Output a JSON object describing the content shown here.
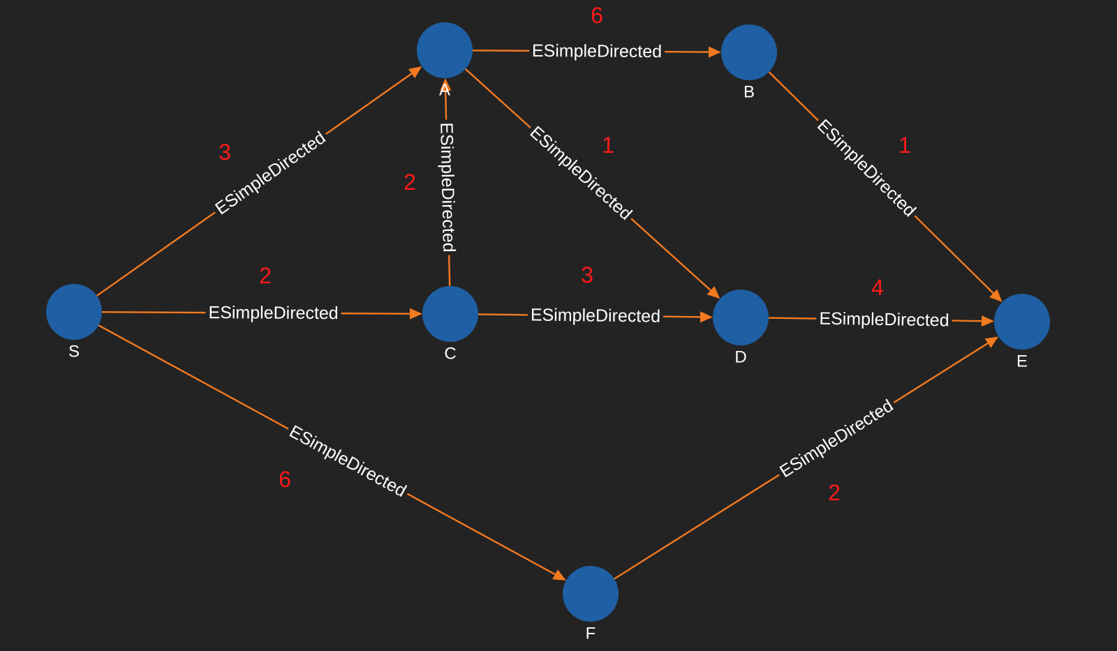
{
  "graph": {
    "colors": {
      "background": "#232323",
      "edge": "#f47a20",
      "node": "#1f5fa3",
      "label": "#ffffff",
      "weight": "#ff1a1a"
    },
    "nodes": [
      {
        "id": "S",
        "label": "S"
      },
      {
        "id": "A",
        "label": "A"
      },
      {
        "id": "B",
        "label": "B"
      },
      {
        "id": "C",
        "label": "C"
      },
      {
        "id": "D",
        "label": "D"
      },
      {
        "id": "E",
        "label": "E"
      },
      {
        "id": "F",
        "label": "F"
      }
    ],
    "edges": [
      {
        "from": "S",
        "to": "A",
        "label": "ESimpleDirected",
        "weight": "3"
      },
      {
        "from": "S",
        "to": "C",
        "label": "ESimpleDirected",
        "weight": "2"
      },
      {
        "from": "S",
        "to": "F",
        "label": "ESimpleDirected",
        "weight": "6"
      },
      {
        "from": "A",
        "to": "B",
        "label": "ESimpleDirected",
        "weight": "6"
      },
      {
        "from": "A",
        "to": "D",
        "label": "ESimpleDirected",
        "weight": "1"
      },
      {
        "from": "C",
        "to": "A",
        "label": "ESimpleDirected",
        "weight": "2"
      },
      {
        "from": "C",
        "to": "D",
        "label": "ESimpleDirected",
        "weight": "3"
      },
      {
        "from": "B",
        "to": "E",
        "label": "ESimpleDirected",
        "weight": "1"
      },
      {
        "from": "D",
        "to": "E",
        "label": "ESimpleDirected",
        "weight": "4"
      },
      {
        "from": "F",
        "to": "E",
        "label": "ESimpleDirected",
        "weight": "2"
      }
    ]
  }
}
